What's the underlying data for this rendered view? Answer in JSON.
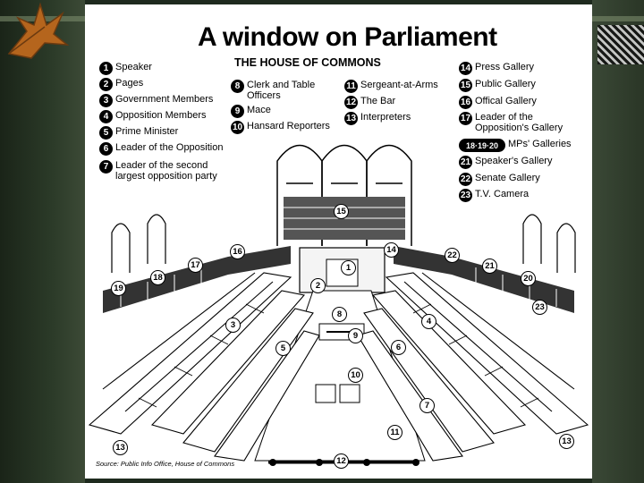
{
  "diagram": {
    "title": "A window on Parliament",
    "subtitle": "THE HOUSE OF COMMONS",
    "legend": [
      {
        "n": "1",
        "label": "Speaker"
      },
      {
        "n": "2",
        "label": "Pages"
      },
      {
        "n": "3",
        "label": "Government Members"
      },
      {
        "n": "4",
        "label": "Opposition Members"
      },
      {
        "n": "5",
        "label": "Prime Minister"
      },
      {
        "n": "6",
        "label": "Leader of the Opposition"
      },
      {
        "n": "7",
        "label": "Leader of the second largest opposition party"
      },
      {
        "n": "8",
        "label": "Clerk and Table Officers"
      },
      {
        "n": "9",
        "label": "Mace"
      },
      {
        "n": "10",
        "label": "Hansard Reporters"
      },
      {
        "n": "11",
        "label": "Sergeant-at-Arms"
      },
      {
        "n": "12",
        "label": "The Bar"
      },
      {
        "n": "13",
        "label": "Interpreters"
      },
      {
        "n": "14",
        "label": "Press Gallery"
      },
      {
        "n": "15",
        "label": "Public Gallery"
      },
      {
        "n": "16",
        "label": "Offical Gallery"
      },
      {
        "n": "17",
        "label": "Leader of the Opposition's Gallery"
      },
      {
        "n": "18·19·20",
        "label": "MPs' Galleries"
      },
      {
        "n": "21",
        "label": "Speaker's Gallery"
      },
      {
        "n": "22",
        "label": "Senate Gallery"
      },
      {
        "n": "23",
        "label": "T.V. Camera"
      }
    ],
    "callouts": [
      "15",
      "16",
      "14",
      "17",
      "22",
      "18",
      "21",
      "19",
      "20",
      "1",
      "2",
      "23",
      "8",
      "3",
      "4",
      "9",
      "5",
      "6",
      "10",
      "7",
      "11",
      "13",
      "13",
      "12"
    ],
    "source": "Source: Public Info Office, House of Commons"
  }
}
